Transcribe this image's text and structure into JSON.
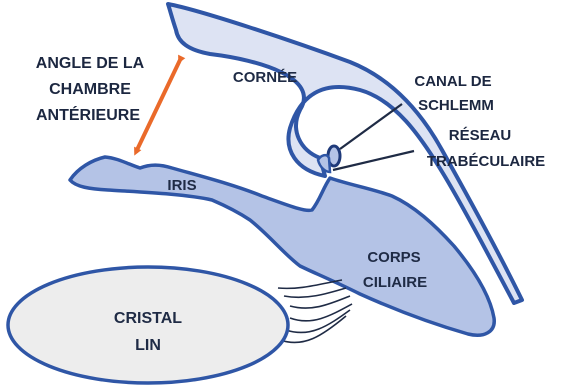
{
  "labels": {
    "angle_line1": "ANGLE DE LA",
    "angle_line2": "CHAMBRE",
    "angle_line3": "ANTÉRIEURE",
    "cornea": "CORNÉE",
    "schlemm_line1": "CANAL DE",
    "schlemm_line2": "SCHLEMM",
    "trabecular_line1": "RÉSEAU",
    "trabecular_line2": "TRABÉCULAIRE",
    "iris": "IRIS",
    "ciliary_line1": "CORPS",
    "ciliary_line2": "CILIAIRE",
    "lens_line1": "CRISTAL",
    "lens_line2": "LIN"
  },
  "colors": {
    "cornea_fill": "#dde3f3",
    "tissue_fill": "#b4c3e6",
    "outline": "#2f56a6",
    "arrow": "#ea6a2a",
    "lens_fill": "#ededed",
    "text": "#1f2b45"
  }
}
